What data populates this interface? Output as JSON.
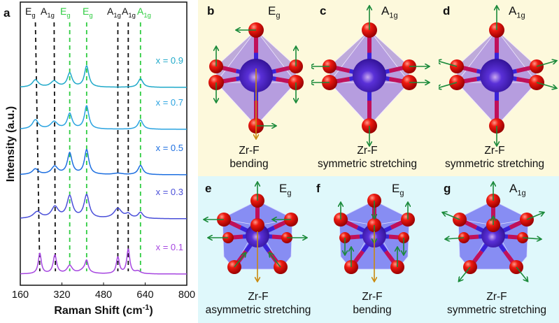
{
  "chart_data": {
    "type": "line",
    "panel_label": "a",
    "xlabel": "Raman Shift (cm",
    "xlabel_sup": "-1",
    "xlabel_close": ")",
    "ylabel": "Intensity (a.u.)",
    "xlim": [
      160,
      800
    ],
    "xticks": [
      "160",
      "320",
      "480",
      "640",
      "800"
    ],
    "xtick_values": [
      160,
      320,
      480,
      640,
      800
    ],
    "grid": false,
    "series": [
      {
        "name": "x = 0.9",
        "color": "#1fa9c9",
        "offset": 4,
        "peaks": [
          [
            218,
            0.55,
            14
          ],
          [
            290,
            0.45,
            16
          ],
          [
            350,
            1.05,
            11
          ],
          [
            415,
            1.6,
            10
          ],
          [
            622,
            0.65,
            11
          ]
        ]
      },
      {
        "name": "x = 0.7",
        "color": "#2aa3e0",
        "offset": 3,
        "peaks": [
          [
            218,
            0.7,
            14
          ],
          [
            290,
            0.55,
            16
          ],
          [
            350,
            1.15,
            11
          ],
          [
            415,
            1.75,
            10
          ],
          [
            622,
            0.7,
            11
          ]
        ]
      },
      {
        "name": "x = 0.5",
        "color": "#1d6fe0",
        "offset": 2,
        "peaks": [
          [
            218,
            0.42,
            14
          ],
          [
            292,
            0.6,
            15
          ],
          [
            350,
            1.6,
            11
          ],
          [
            415,
            1.85,
            10
          ],
          [
            535,
            0.1,
            20
          ],
          [
            622,
            0.7,
            11
          ]
        ]
      },
      {
        "name": "x = 0.3",
        "color": "#4a4fd9",
        "offset": 1,
        "peaks": [
          [
            225,
            0.5,
            18
          ],
          [
            293,
            0.85,
            16
          ],
          [
            350,
            1.65,
            13
          ],
          [
            415,
            1.75,
            12
          ],
          [
            535,
            0.75,
            18
          ],
          [
            575,
            0.3,
            12
          ],
          [
            622,
            0.45,
            11
          ]
        ]
      },
      {
        "name": "x = 0.1",
        "color": "#a646e0",
        "offset": 0,
        "peaks": [
          [
            235,
            1.55,
            7
          ],
          [
            293,
            1.4,
            8
          ],
          [
            350,
            0.6,
            12
          ],
          [
            405,
            0.3,
            20
          ],
          [
            415,
            0.8,
            7
          ],
          [
            535,
            1.25,
            7
          ],
          [
            575,
            1.85,
            7
          ],
          [
            612,
            0.2,
            12
          ]
        ]
      }
    ],
    "reference_lines": [
      {
        "label": "E",
        "sub": "g",
        "color": "#111111",
        "x_top": 218,
        "x_bottom": 235
      },
      {
        "label": "A",
        "sub": "1g",
        "color": "#111111",
        "x_top": 290,
        "x_bottom": 295
      },
      {
        "label": "E",
        "sub": "g",
        "color": "#2ecc40",
        "x_top": 350,
        "x_bottom": 350
      },
      {
        "label": "E",
        "sub": "g",
        "color": "#2ecc40",
        "x_top": 415,
        "x_bottom": 415
      },
      {
        "label": "A",
        "sub": "1g",
        "color": "#111111",
        "x_top": 535,
        "x_bottom": 535
      },
      {
        "label": "A",
        "sub": "1g",
        "color": "#111111",
        "x_top": 575,
        "x_bottom": 575
      },
      {
        "label": "A",
        "sub": "1g",
        "color": "#2ecc40",
        "x_top": 622,
        "x_bottom": 622
      }
    ]
  },
  "panels": {
    "b": {
      "letter": "b",
      "mode": "E",
      "mode_sub": "g",
      "caption1": "Zr-F",
      "caption2": "bending"
    },
    "c": {
      "letter": "c",
      "mode": "A",
      "mode_sub": "1g",
      "caption1": "Zr-F",
      "caption2": "symmetric stretching"
    },
    "d": {
      "letter": "d",
      "mode": "A",
      "mode_sub": "1g",
      "caption1": "Zr-F",
      "caption2": "symmetric stretching"
    },
    "e": {
      "letter": "e",
      "mode": "E",
      "mode_sub": "g",
      "caption1": "Zr-F",
      "caption2": "asymmetric stretching"
    },
    "f": {
      "letter": "f",
      "mode": "E",
      "mode_sub": "g",
      "caption1": "Zr-F",
      "caption2": "bending"
    },
    "g": {
      "letter": "g",
      "mode": "A",
      "mode_sub": "1g",
      "caption1": "Zr-F",
      "caption2": "symmetric stretching"
    }
  },
  "colors": {
    "panel_top_bg": "#fdf9dc",
    "panel_bottom_bg": "#dff8fb",
    "fluorine_atom": "#e01010",
    "zirconium_atom": "#4a22c8",
    "arrow_green": "#1a8a3a",
    "arrow_orange": "#c98a10"
  }
}
